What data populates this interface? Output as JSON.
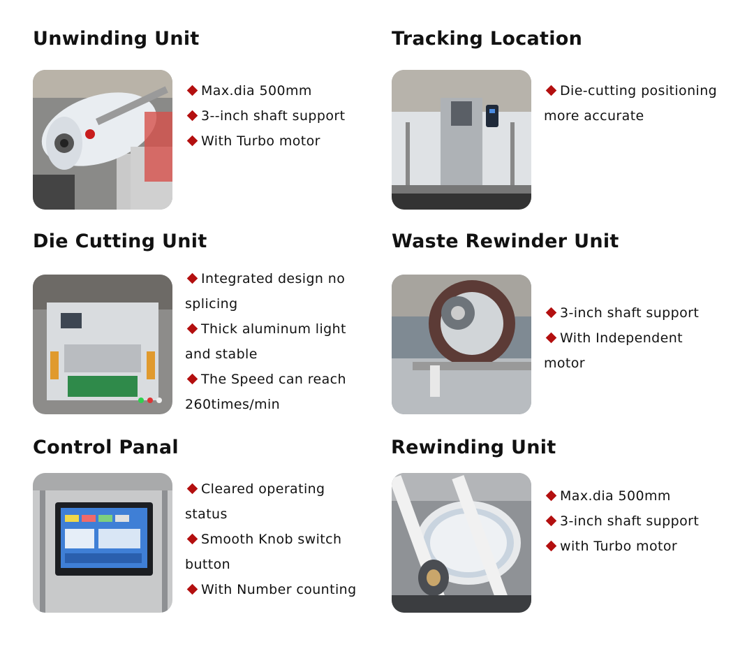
{
  "sections": [
    {
      "title": "Unwinding Unit",
      "features": [
        "Max.dia 500mm",
        "3--inch shaft support",
        "With Turbo motor"
      ]
    },
    {
      "title": "Tracking Location",
      "features": [
        "Die-cutting positioning more accurate"
      ]
    },
    {
      "title": "Die Cutting Unit",
      "features": [
        "Integrated design no splicing",
        "Thick aluminum light and stable",
        "The Speed can reach 260times/min"
      ]
    },
    {
      "title": "Waste Rewinder Unit",
      "features": [
        "3-inch shaft support",
        "With Independent motor"
      ]
    },
    {
      "title": "Control Panal",
      "features": [
        "Cleared operating status",
        "Smooth Knob switch button",
        "With Number counting"
      ]
    },
    {
      "title": "Rewinding Unit",
      "features": [
        "Max.dia 500mm",
        "3-inch shaft support",
        "with Turbo motor"
      ]
    }
  ],
  "icons": {
    "bullet": "diamond-bullet-icon"
  },
  "colors": {
    "bullet": "#b30f0f",
    "text": "#111111",
    "background": "#ffffff"
  }
}
